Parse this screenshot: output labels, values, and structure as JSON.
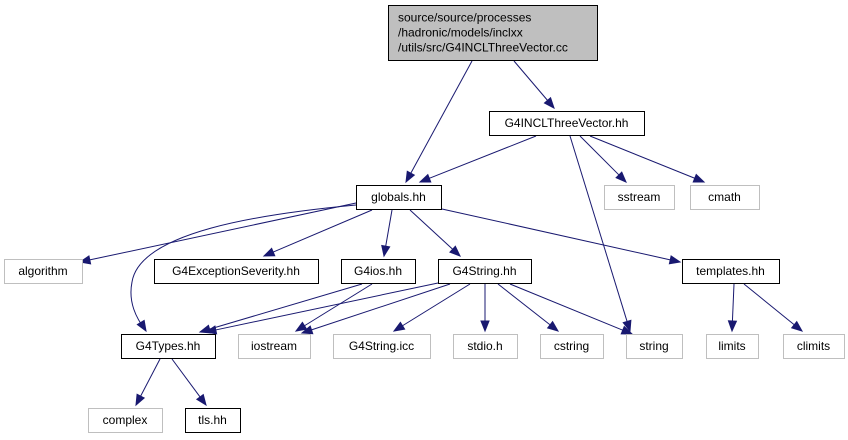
{
  "colors": {
    "edge": "#191970",
    "root_fill": "#bfbfbf",
    "root_border": "#000000",
    "node_border": "#000000",
    "system_border": "#bfbfbf",
    "node_fill": "#ffffff",
    "text": "#000000"
  },
  "nodes": [
    {
      "id": "root",
      "kind": "root",
      "lines": [
        "source/source/processes",
        "/hadronic/models/inclxx",
        "/utils/src/G4INCLThreeVector.cc"
      ]
    },
    {
      "id": "threevector",
      "kind": "local",
      "lines": [
        "G4INCLThreeVector.hh"
      ]
    },
    {
      "id": "globals",
      "kind": "local",
      "lines": [
        "globals.hh"
      ]
    },
    {
      "id": "sstream",
      "kind": "system",
      "lines": [
        "sstream"
      ]
    },
    {
      "id": "cmath",
      "kind": "system",
      "lines": [
        "cmath"
      ]
    },
    {
      "id": "algorithm",
      "kind": "system",
      "lines": [
        "algorithm"
      ]
    },
    {
      "id": "exceptionseverity",
      "kind": "local",
      "lines": [
        "G4ExceptionSeverity.hh"
      ]
    },
    {
      "id": "g4ios",
      "kind": "local",
      "lines": [
        "G4ios.hh"
      ]
    },
    {
      "id": "g4string",
      "kind": "local",
      "lines": [
        "G4String.hh"
      ]
    },
    {
      "id": "templates",
      "kind": "local",
      "lines": [
        "templates.hh"
      ]
    },
    {
      "id": "g4types",
      "kind": "local",
      "lines": [
        "G4Types.hh"
      ]
    },
    {
      "id": "iostream",
      "kind": "system",
      "lines": [
        "iostream"
      ]
    },
    {
      "id": "g4stringicc",
      "kind": "system",
      "lines": [
        "G4String.icc"
      ]
    },
    {
      "id": "stdio",
      "kind": "system",
      "lines": [
        "stdio.h"
      ]
    },
    {
      "id": "cstring",
      "kind": "system",
      "lines": [
        "cstring"
      ]
    },
    {
      "id": "string",
      "kind": "system",
      "lines": [
        "string"
      ]
    },
    {
      "id": "limits",
      "kind": "system",
      "lines": [
        "limits"
      ]
    },
    {
      "id": "climits",
      "kind": "system",
      "lines": [
        "climits"
      ]
    },
    {
      "id": "complex",
      "kind": "system",
      "lines": [
        "complex"
      ]
    },
    {
      "id": "tls",
      "kind": "local",
      "lines": [
        "tls.hh"
      ]
    }
  ],
  "edges": [
    {
      "from": "root",
      "to": "threevector"
    },
    {
      "from": "root",
      "to": "globals"
    },
    {
      "from": "threevector",
      "to": "globals"
    },
    {
      "from": "threevector",
      "to": "sstream"
    },
    {
      "from": "threevector",
      "to": "cmath"
    },
    {
      "from": "threevector",
      "to": "string"
    },
    {
      "from": "globals",
      "to": "algorithm"
    },
    {
      "from": "globals",
      "to": "exceptionseverity"
    },
    {
      "from": "globals",
      "to": "g4ios"
    },
    {
      "from": "globals",
      "to": "g4string"
    },
    {
      "from": "globals",
      "to": "templates"
    },
    {
      "from": "globals",
      "to": "g4types"
    },
    {
      "from": "g4ios",
      "to": "g4types"
    },
    {
      "from": "g4ios",
      "to": "iostream"
    },
    {
      "from": "g4string",
      "to": "g4types"
    },
    {
      "from": "g4string",
      "to": "iostream"
    },
    {
      "from": "g4string",
      "to": "g4stringicc"
    },
    {
      "from": "g4string",
      "to": "stdio"
    },
    {
      "from": "g4string",
      "to": "cstring"
    },
    {
      "from": "g4string",
      "to": "string"
    },
    {
      "from": "templates",
      "to": "limits"
    },
    {
      "from": "templates",
      "to": "climits"
    },
    {
      "from": "g4types",
      "to": "complex"
    },
    {
      "from": "g4types",
      "to": "tls"
    }
  ]
}
